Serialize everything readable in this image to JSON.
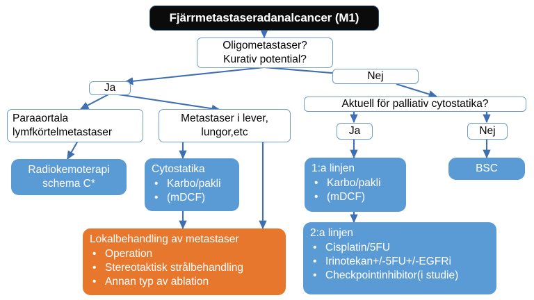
{
  "diagram": {
    "title": "Fjärrmetastaseradanalcancer (M1)",
    "accent_blue": "#5B9BD5",
    "accent_orange": "#E8772E",
    "edge_color": "#3F6FB0",
    "title_bg": "#0b0b0b"
  },
  "nodes": {
    "root": {
      "label": "Fjärrmetastaseradanalcancer (M1)"
    },
    "oligo": {
      "line1": "Oligometastaser?",
      "line2": "Kurativ potential?"
    },
    "ja_top": {
      "label": "Ja"
    },
    "nej_top": {
      "label": "Nej"
    },
    "palliativ": {
      "label": "Aktuell för palliativ cytostatika?"
    },
    "ja_pall": {
      "label": "Ja"
    },
    "nej_pall": {
      "label": "Nej"
    },
    "paraaortala": {
      "line1": "Paraaortala",
      "line2": "lymfkörtelmetastaser"
    },
    "metastaser": {
      "line1": "Metastaser i lever,",
      "line2": "lungor,etc"
    },
    "radiokemo": {
      "line1": "Radiokemoterapi",
      "line2": "schema C*"
    },
    "cytostatika": {
      "heading": "Cytostatika",
      "bullets": [
        "Karbo/pakli",
        "(mDCF)"
      ]
    },
    "forsta_linjen": {
      "heading": "1:a linjen",
      "bullets": [
        "Karbo/pakli",
        "(mDCF)"
      ]
    },
    "andra_linjen": {
      "heading": "2:a linjen",
      "bullets": [
        "Cisplatin/5FU",
        "Irinotekan+/-5FU+/-EGFRi",
        "Checkpointinhibitor(i studie)"
      ]
    },
    "lokalbehandling": {
      "heading": "Lokalbehandling av metastaser",
      "bullets": [
        "Operation",
        "Stereotaktisk strålbehandling",
        "Annan typ av ablation"
      ]
    },
    "bsc": {
      "label": "BSC"
    }
  }
}
